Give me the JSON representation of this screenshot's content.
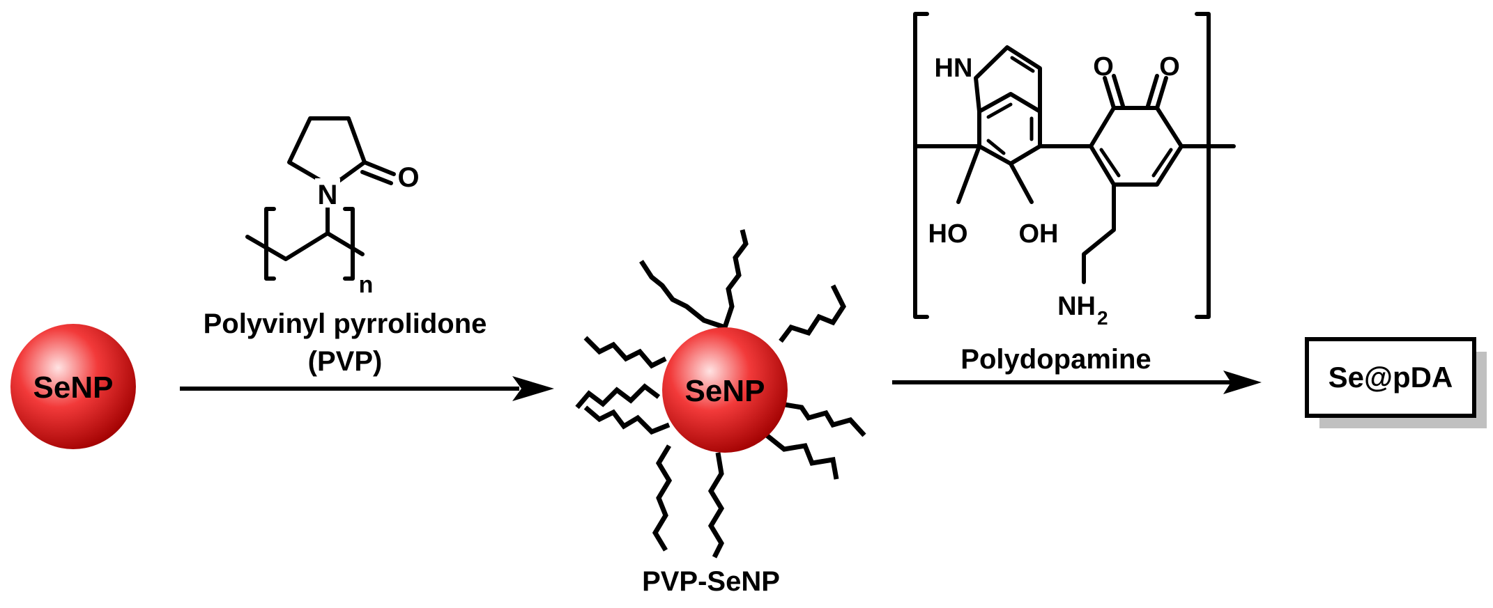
{
  "figure": {
    "senp_left_label": "SeNP",
    "pvp_name_line1": "Polyvinyl pyrrolidone",
    "pvp_name_line2": "(PVP)",
    "senp_center_label": "SeNP",
    "pvp_senp_caption": "PVP-SeNP",
    "polydopamine_label": "Polydopamine",
    "product_label": "Se@pDA"
  },
  "pvp_structure": {
    "atom_n": "N",
    "atom_o": "O",
    "repeat_subscript": "n"
  },
  "pda_structure": {
    "hn": "HN",
    "o_left": "O",
    "o_right": "O",
    "ho": "HO",
    "oh": "OH",
    "nh2_main": "NH",
    "nh2_sub": "2"
  },
  "colors": {
    "sphere_highlight": "#ffe0e0",
    "sphere_mid": "#f23030",
    "sphere_edge": "#a00000",
    "ink": "#000000",
    "shadow": "#bfbfbf"
  }
}
